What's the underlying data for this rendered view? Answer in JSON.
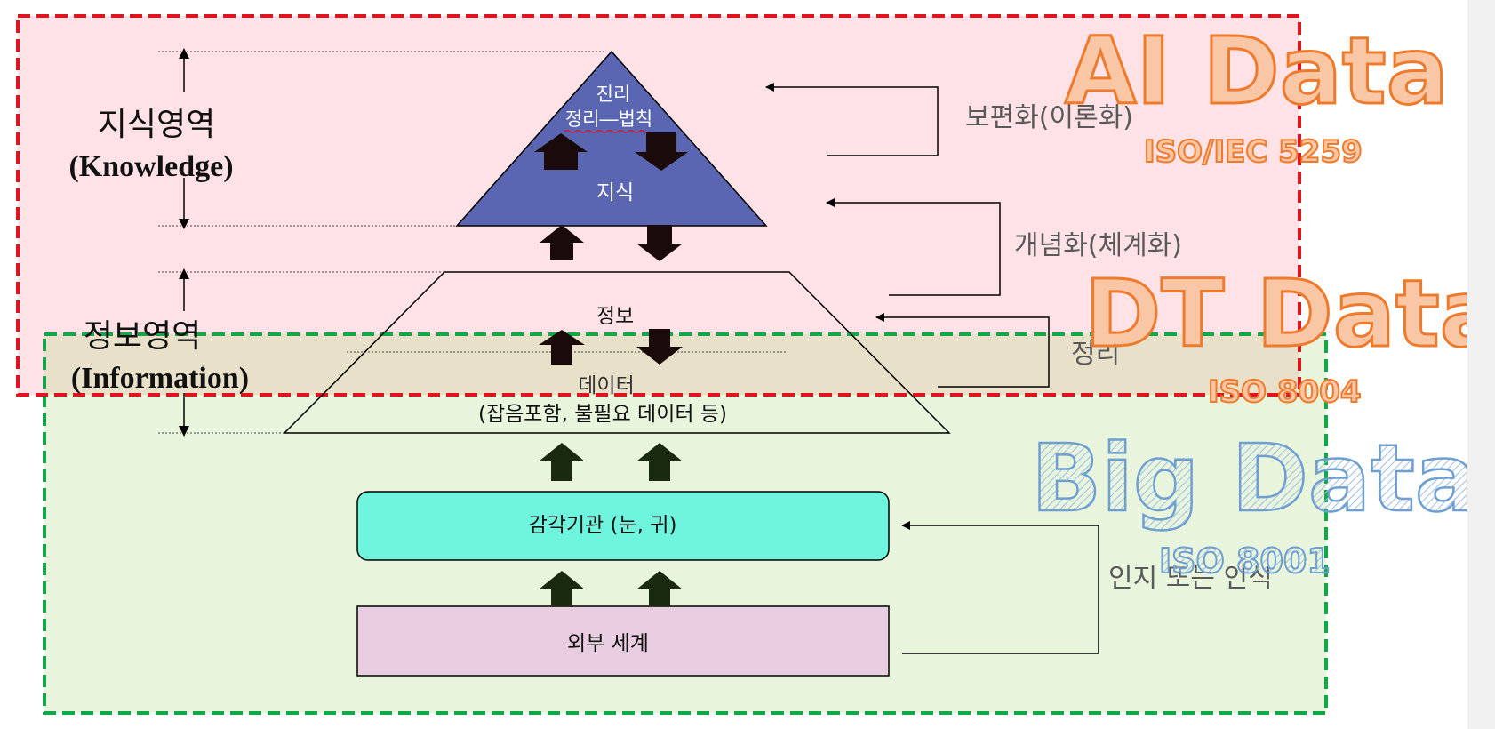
{
  "knowledge_region": {
    "label_kr": "지식영역",
    "label_en": "(Knowledge)"
  },
  "information_region": {
    "label_kr": "정보영역",
    "label_en": "(Information)"
  },
  "triangle": {
    "top_line1": "진리",
    "top_line2": "정리―법칙",
    "bottom": "지식",
    "fill": "#5a66b1"
  },
  "trapezoid": {
    "top": "정보",
    "middle": "데이터",
    "bottom": "(잡음포함, 불필요 데이터 등)"
  },
  "sensor_box": {
    "label": "감각기관 (눈, 귀)",
    "fill": "#6ff5de"
  },
  "world_box": {
    "label": "외부 세계",
    "fill": "#e8ccdf"
  },
  "processes": {
    "universalization": "보편화(이론화)",
    "conceptualization": "개념화(체계화)",
    "organization": "정리",
    "recognition": "인지 또는 인식"
  },
  "overlays": {
    "ai": {
      "title": "AI Data",
      "standard": "ISO/IEC 5259",
      "border": "#e0141e",
      "fill": "#ffe2e5"
    },
    "dt": {
      "title": "DT Data",
      "standard": "ISO 8004"
    },
    "big": {
      "title": "Big Data",
      "standard": "ISO 8001",
      "border": "#11a84a",
      "fill": "#e8f5dc"
    }
  },
  "colors": {
    "orange_fill": "#f9c6a6",
    "orange_stroke": "#ee7a2c",
    "blue_stroke": "#6e9fd0",
    "arrow": "#1a1a1a"
  }
}
